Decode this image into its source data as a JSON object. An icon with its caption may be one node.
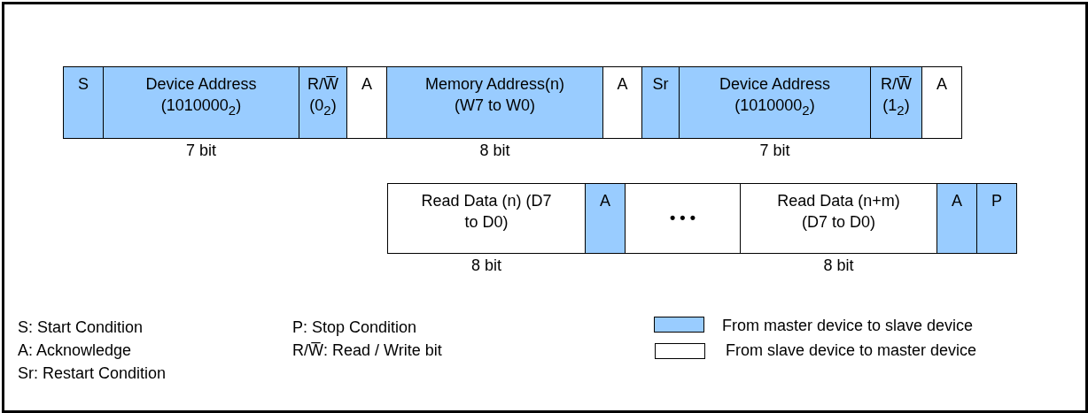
{
  "diagram": {
    "nodes": [
      {
        "text": [
          "S"
        ]
      },
      {
        "text": [
          "Device Address (1010000$_{2}$)"
        ],
        "beside": [
          "7 bit"
        ]
      },
      {
        "text": [
          "R/W̅ (0$_{2}$)"
        ]
      },
      {
        "text": [
          "A"
        ]
      },
      {
        "text": [
          "Memory Address(n) (W7 to W0)"
        ],
        "beside": [
          "8 bit"
        ]
      },
      {
        "text": [
          "A"
        ]
      },
      {
        "text": [
          "Sr"
        ]
      },
      {
        "text": [
          "Device Address (1010000$_{2}$)"
        ],
        "beside": [
          "7 bit"
        ]
      },
      {
        "text": [
          "R/W̅ (1$_{2}$)"
        ]
      },
      {
        "text": [
          "A"
        ]
      },
      {
        "text": [
          "Read Data (n) (D7 to D0)"
        ],
        "beside": [
          "8 bit"
        ]
      },
      {
        "text": [
          "A"
        ]
      },
      {
        "text": [
          "• • •"
        ]
      },
      {
        "text": [
          "Read Data (n+m) (D7 to D0)"
        ],
        "beside": [
          "8 bit"
        ]
      },
      {
        "text": [
          "A"
        ]
      },
      {
        "text": [
          "P"
        ]
      }
    ],
    "edges": [],
    "labels": [
      "S: Start Condition",
      "P: Stop Condition",
      "A: Acknowledge",
      "R/W̅: Read / Write bit",
      "Sr: Restart Condition"
    ],
    "legend": [
      {
        "text": "From master device to slave device",
        "color": "#99ccff"
      },
      {
        "text": "From slave device to master device",
        "color": "#ffffff"
      }
    ]
  }
}
